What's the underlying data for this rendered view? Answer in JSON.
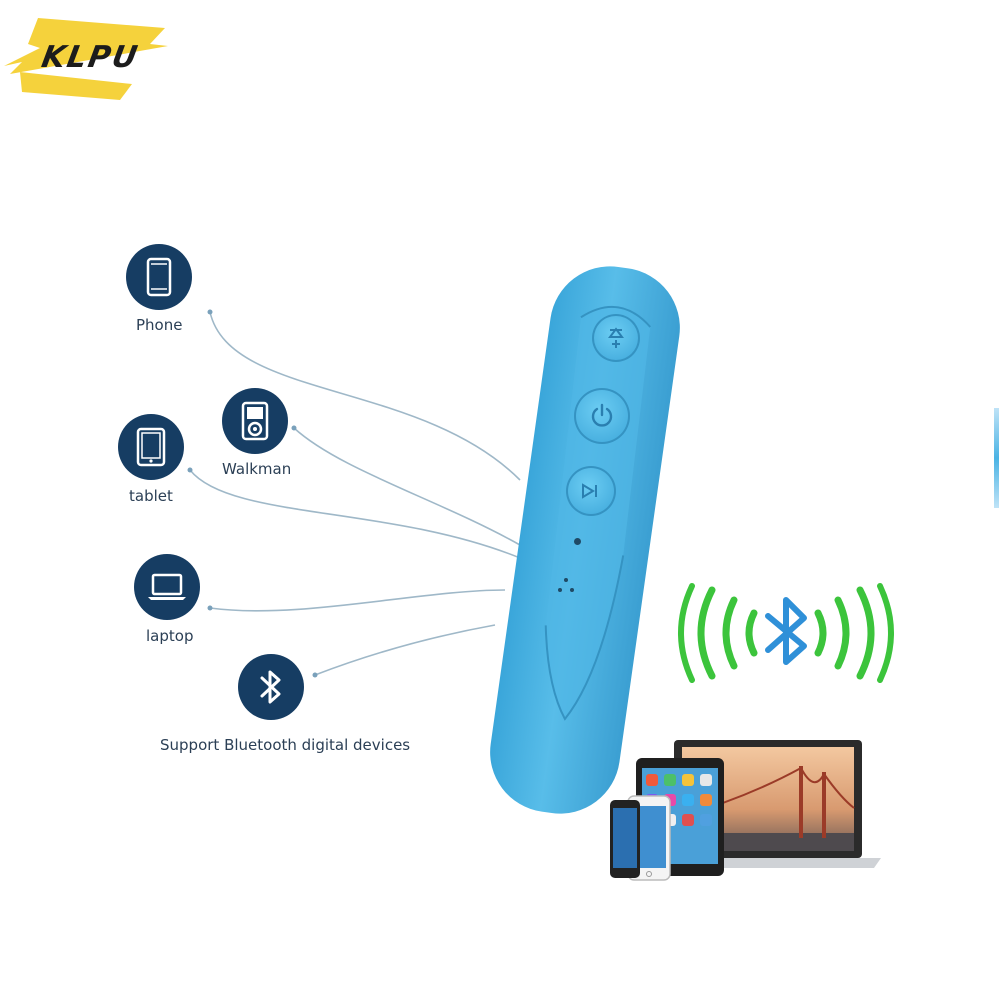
{
  "brand": {
    "logo_text": "KLPU",
    "accent": "#f5d23c"
  },
  "devices": [
    {
      "id": "phone",
      "label": "Phone",
      "icon": "phone-icon"
    },
    {
      "id": "walkman",
      "label": "Walkman",
      "icon": "walkman-icon"
    },
    {
      "id": "tablet",
      "label": "tablet",
      "icon": "tablet-icon"
    },
    {
      "id": "laptop",
      "label": "laptop",
      "icon": "laptop-icon"
    },
    {
      "id": "bluetooth",
      "label": "Support Bluetooth digital devices",
      "icon": "bluetooth-icon"
    }
  ],
  "colors": {
    "badge": "#163d63",
    "device_body": "#4ab3e4",
    "signal": "#3cc43c",
    "bluetooth_symbol": "#2f90d8",
    "connector_line": "#9fb8c8"
  }
}
